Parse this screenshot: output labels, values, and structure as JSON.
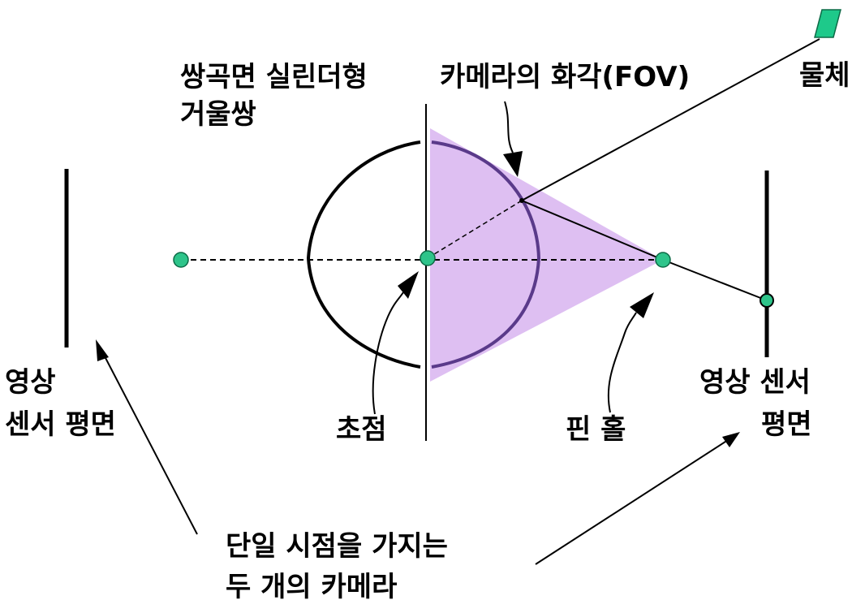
{
  "labels": {
    "mirror_line1": "쌍곡면 실린더형",
    "mirror_line2": "거울쌍",
    "fov": "카메라의 화각(FOV)",
    "object": "물체",
    "left_sensor_line1": "영상",
    "left_sensor_line2": "센서 평면",
    "right_sensor_line1": "영상 센서",
    "right_sensor_line2": "평면",
    "focus": "초점",
    "pinhole": "핀 홀",
    "cameras_line1": "단일 시점을 가지는",
    "cameras_line2": "두 개의 카메라"
  },
  "colors": {
    "fov_fill": "#d8b4f0",
    "mirror_back": "#000000",
    "mirror_front": "#5a3a8a",
    "point_fill": "#2ec48a",
    "object_fill": "#1ec98a"
  }
}
